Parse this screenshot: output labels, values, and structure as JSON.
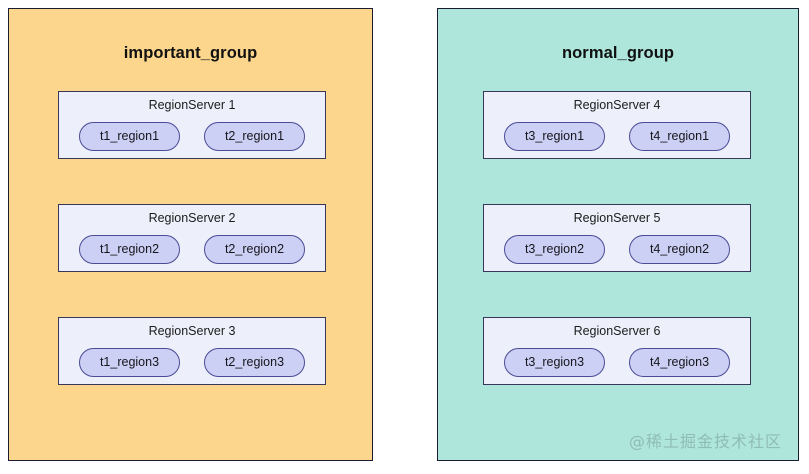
{
  "diagram": {
    "title_left": "important_group",
    "title_right": "normal_group",
    "watermark": "@稀土掘金技术社区",
    "colors": {
      "important_group_fill": "#fcd68c",
      "normal_group_fill": "#aee6db",
      "regionserver_fill": "#edf0fa",
      "region_fill": "#ccd0f4",
      "panel_border": "#1b1b32",
      "regionserver_border": "#37375c",
      "region_border": "#4c4c96",
      "watermark_color": "#8fbdb4",
      "background": "#ffffff"
    },
    "groups": [
      {
        "name": "important_group",
        "servers": [
          {
            "label": "RegionServer 1",
            "regions": [
              "t1_region1",
              "t2_region1"
            ]
          },
          {
            "label": "RegionServer 2",
            "regions": [
              "t1_region2",
              "t2_region2"
            ]
          },
          {
            "label": "RegionServer 3",
            "regions": [
              "t1_region3",
              "t2_region3"
            ]
          }
        ]
      },
      {
        "name": "normal_group",
        "servers": [
          {
            "label": "RegionServer 4",
            "regions": [
              "t3_region1",
              "t4_region1"
            ]
          },
          {
            "label": "RegionServer 5",
            "regions": [
              "t3_region2",
              "t4_region2"
            ]
          },
          {
            "label": "RegionServer 6",
            "regions": [
              "t3_region3",
              "t4_region3"
            ]
          }
        ]
      }
    ]
  }
}
